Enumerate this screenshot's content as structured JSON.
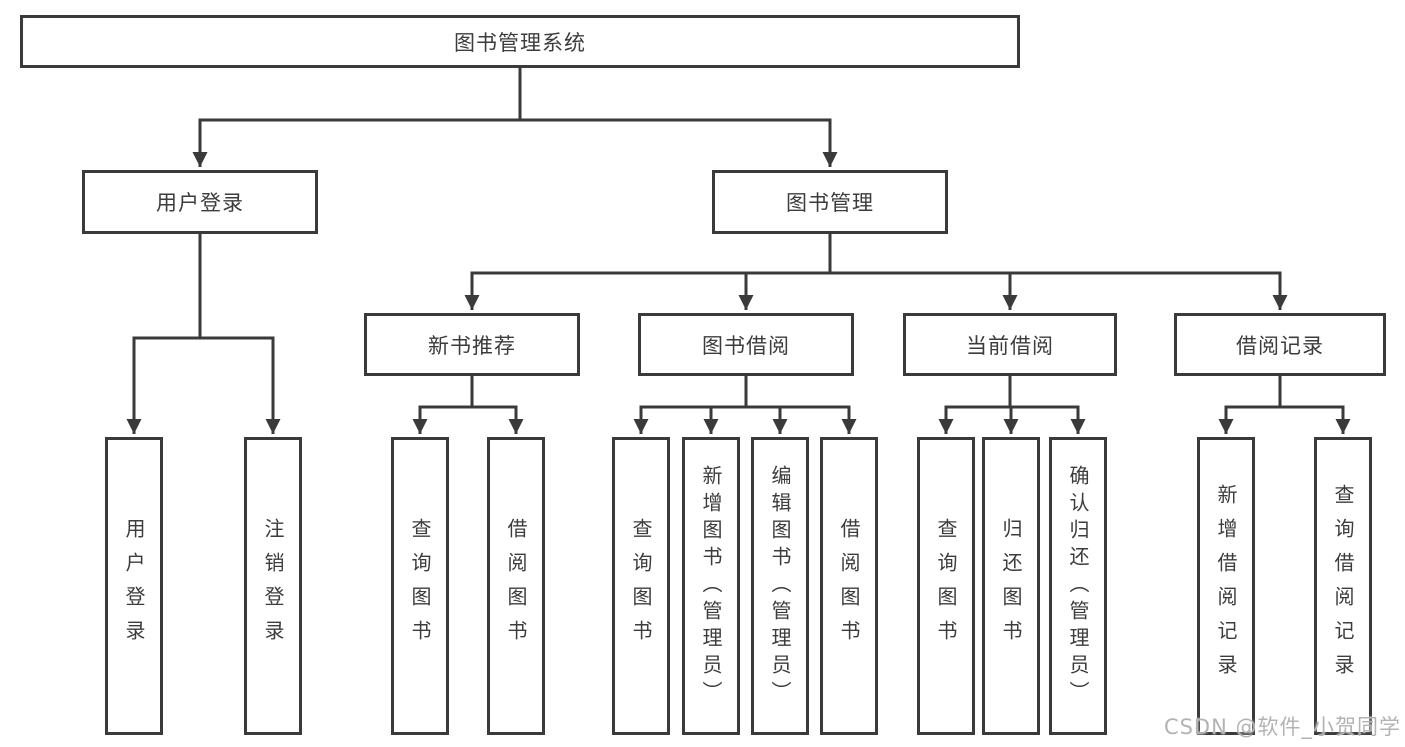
{
  "diagram": {
    "title": "图书管理系统",
    "nodes": {
      "root": "图书管理系统",
      "user_login": "用户登录",
      "book_mgmt": "图书管理",
      "new_book_rec": "新书推荐",
      "book_borrow": "图书借阅",
      "current_borrow": "当前借阅",
      "borrow_records": "借阅记录",
      "leaf_user_login": "用户登录",
      "leaf_logout": "注销登录",
      "leaf_rec_query": "查询图书",
      "leaf_rec_borrow": "借阅图书",
      "leaf_bb_query": "查询图书",
      "leaf_bb_add": "新增图书（管理员）",
      "leaf_bb_edit": "编辑图书（管理员）",
      "leaf_bb_borrow": "借阅图书",
      "leaf_cb_query": "查询图书",
      "leaf_cb_return": "归还图书",
      "leaf_cb_confirm": "确认归还（管理员）",
      "leaf_br_add": "新增借阅记录",
      "leaf_br_query": "查询借阅记录"
    },
    "colors": {
      "line": "#3a3a3a",
      "text": "#3c3c3c",
      "watermark": "#b3b3b3"
    }
  },
  "watermark": "CSDN @软件_小贺同学"
}
